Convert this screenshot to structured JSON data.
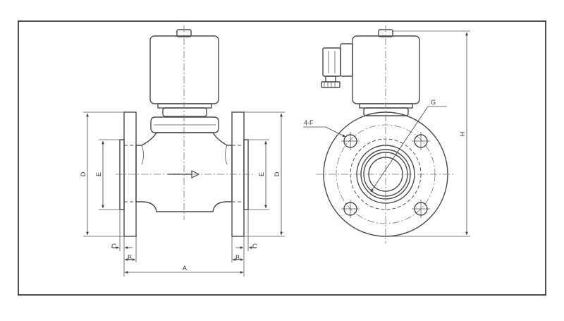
{
  "drawing": {
    "front_view": {
      "flange_height_left": "D",
      "face_height_left": "E",
      "flange_height_right": "D",
      "face_height_right": "E",
      "face_thickness_left": "C",
      "flange_thickness_left": "B",
      "face_thickness_right": "C",
      "flange_thickness_right": "B",
      "overall_length": "A"
    },
    "side_view": {
      "bolt_holes": "4-F",
      "port_thread": "G",
      "overall_height": "H"
    }
  }
}
